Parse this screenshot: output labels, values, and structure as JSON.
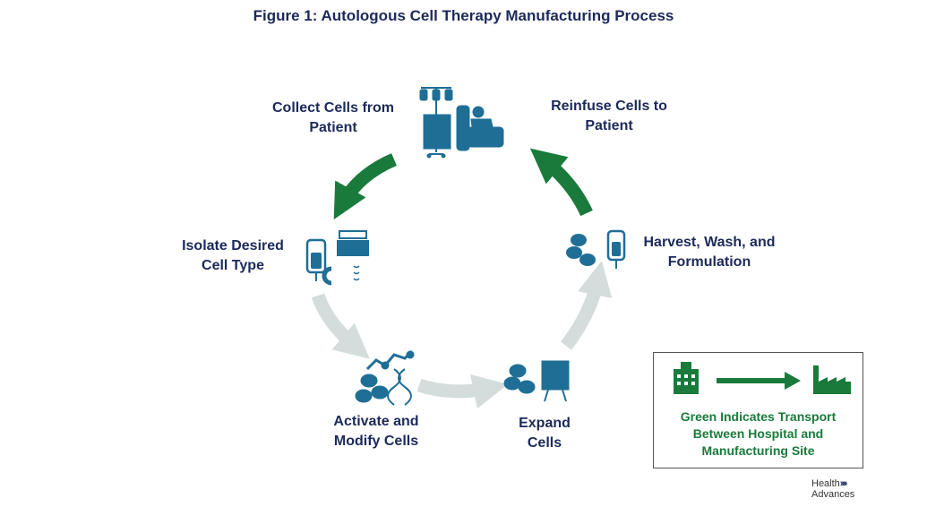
{
  "title": "Figure 1: Autologous Cell Therapy Manufacturing Process",
  "steps": {
    "collect": {
      "line1": "Collect Cells from",
      "line2": "Patient"
    },
    "reinfuse": {
      "line1": "Reinfuse Cells to",
      "line2": "Patient"
    },
    "isolate": {
      "line1": "Isolate Desired",
      "line2": "Cell Type"
    },
    "harvest": {
      "line1": "Harvest, Wash, and",
      "line2": "Formulation"
    },
    "activate": {
      "line1": "Activate and",
      "line2": "Modify Cells"
    },
    "expand": {
      "line1": "Expand",
      "line2": "Cells"
    }
  },
  "legend": {
    "line1": "Green Indicates Transport",
    "line2": "Between Hospital and",
    "line3": "Manufacturing Site",
    "left_icon": "hospital-icon",
    "right_icon": "factory-icon"
  },
  "logo": {
    "line1": "Health",
    "line2": "Advances"
  },
  "colors": {
    "title": "#1c2a5a",
    "icon": "#1f6e96",
    "transport_arrow": "#1a7a3c",
    "process_arrow": "#d5dcdc",
    "legend_text": "#1a7a3c"
  }
}
